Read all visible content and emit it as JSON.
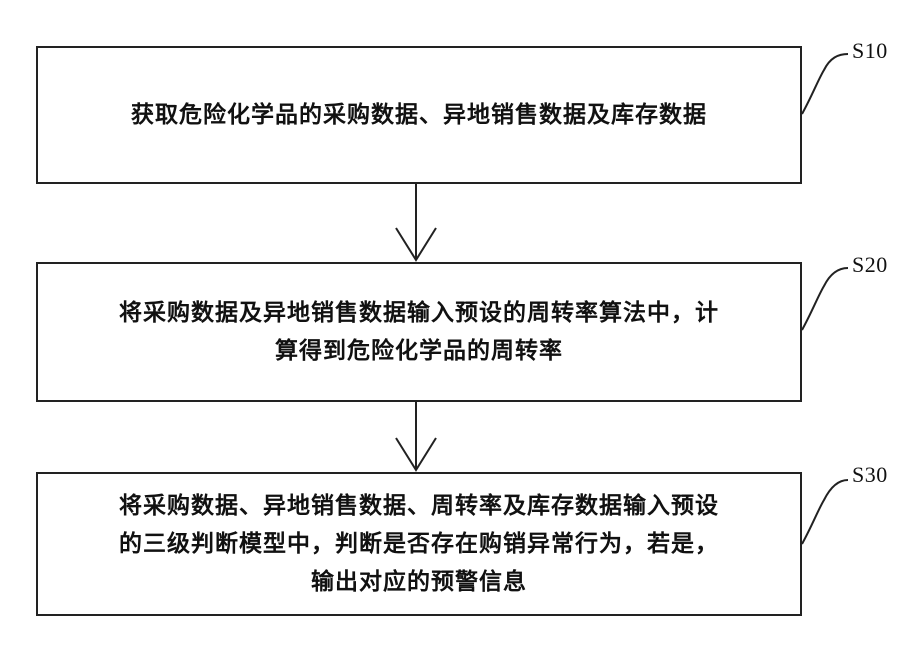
{
  "steps": [
    {
      "label": "S10",
      "text": "获取危险化学品的采购数据、异地销售数据及库存数据"
    },
    {
      "label": "S20",
      "text": "将采购数据及异地销售数据输入预设的周转率算法中，计\n算得到危险化学品的周转率"
    },
    {
      "label": "S30",
      "text": "将采购数据、异地销售数据、周转率及库存数据输入预设\n的三级判断模型中，判断是否存在购销异常行为，若是，\n输出对应的预警信息"
    }
  ],
  "colors": {
    "line": "#222222",
    "background": "#ffffff"
  }
}
